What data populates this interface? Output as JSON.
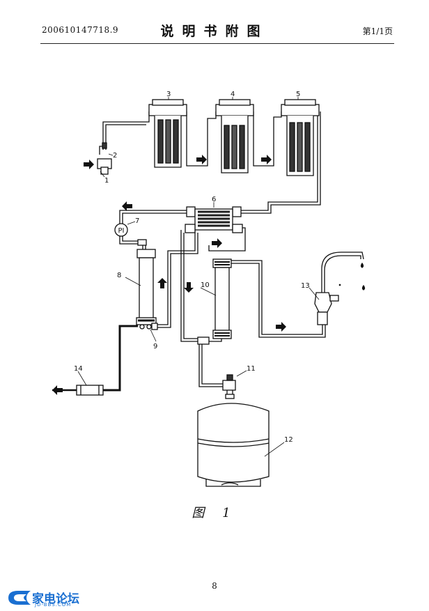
{
  "header": {
    "patent_number": "200610147718.9",
    "title": "说明书附图",
    "page_label": "第1/1页"
  },
  "figure": {
    "caption": "图 1",
    "labels": [
      "1",
      "2",
      "3",
      "4",
      "5",
      "6",
      "7",
      "8",
      "9",
      "10",
      "11",
      "12",
      "13",
      "14"
    ],
    "pressure_gauge_text": "PI"
  },
  "footer": {
    "page_number": "8",
    "watermark_text": "家电论坛",
    "watermark_sub": "JD-BBS.COM"
  }
}
